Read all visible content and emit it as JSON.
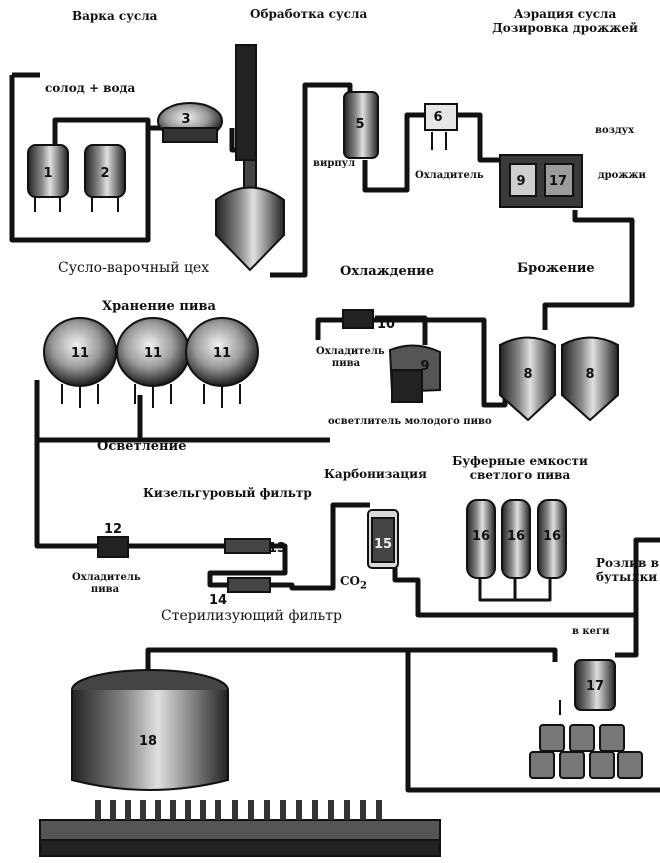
{
  "labels": {
    "wort_boiling": "Варка сусла",
    "wort_processing": "Обработка сусла",
    "aeration_line1": "Аэрация сусла",
    "aeration_line2": "Дозировка дрожжей",
    "malt_water": "солод + вода",
    "whirlpool": "вирпул",
    "air": "воздух",
    "yeast": "дрожжи",
    "wort_cooler": "Охладитель",
    "brewhouse": "Сусло-варочный цех",
    "cooling": "Охлаждение",
    "fermentation": "Брожение",
    "beer_storage": "Хранение пива",
    "beer_cooler_line1": "Охладитель",
    "beer_cooler_line2": "пива",
    "young_beer_clarifier": "осветлитель молодого пиво",
    "clarification": "Осветление",
    "kieselguhr_filter": "Кизельгуровый фильтр",
    "carbonation": "Карбонизация",
    "buffer_line1": "Буферные емкости",
    "buffer_line2": "светлого пива",
    "cooler12_line1": "Охладитель",
    "cooler12_line2": "пива",
    "co2": "CO",
    "co2_sub": "2",
    "bottling_line1": "Розлив в",
    "bottling_line2": "бутылки",
    "kegs": "в кеги",
    "sterilizing_filter": "Стерилизующий фильтр"
  },
  "numbers": [
    "1",
    "2",
    "3",
    "5",
    "6",
    "9",
    "17",
    "10",
    "11",
    "11",
    "11",
    "9",
    "8",
    "8",
    "12",
    "13",
    "14",
    "15",
    "16",
    "16",
    "16",
    "17",
    "18"
  ]
}
